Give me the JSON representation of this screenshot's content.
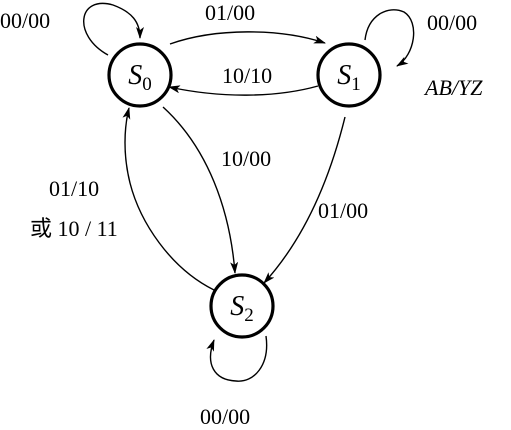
{
  "diagram": {
    "legend": "AB/YZ",
    "states": [
      {
        "id": "S0",
        "name": "S",
        "sub": "0"
      },
      {
        "id": "S1",
        "name": "S",
        "sub": "1"
      },
      {
        "id": "S2",
        "name": "S",
        "sub": "2"
      }
    ],
    "transitions": [
      {
        "from": "S0",
        "to": "S0",
        "label": "00/00"
      },
      {
        "from": "S0",
        "to": "S1",
        "label": "01/00"
      },
      {
        "from": "S1",
        "to": "S0",
        "label": "10/10"
      },
      {
        "from": "S1",
        "to": "S1",
        "label": "00/00"
      },
      {
        "from": "S0",
        "to": "S2",
        "label": "10/00"
      },
      {
        "from": "S1",
        "to": "S2",
        "label": "01/00"
      },
      {
        "from": "S2",
        "to": "S0",
        "label": "01/10",
        "label2": "或 10 / 11"
      },
      {
        "from": "S2",
        "to": "S2",
        "label": "00/00"
      }
    ]
  }
}
